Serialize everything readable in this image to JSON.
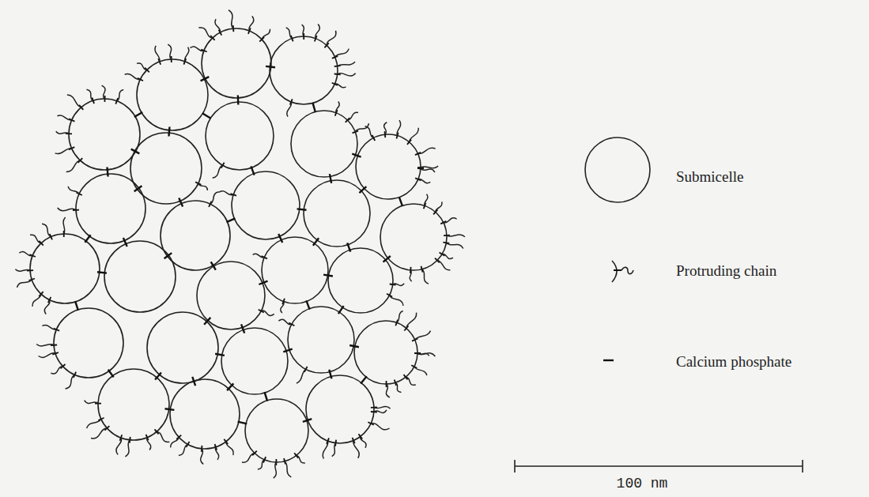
{
  "diagram": {
    "labels": [
      "100 nm"
    ],
    "legend": [
      {
        "text": "Submicelle"
      },
      {
        "text": "Protruding chain"
      },
      {
        "text": "Calcium phosphate"
      }
    ]
  }
}
